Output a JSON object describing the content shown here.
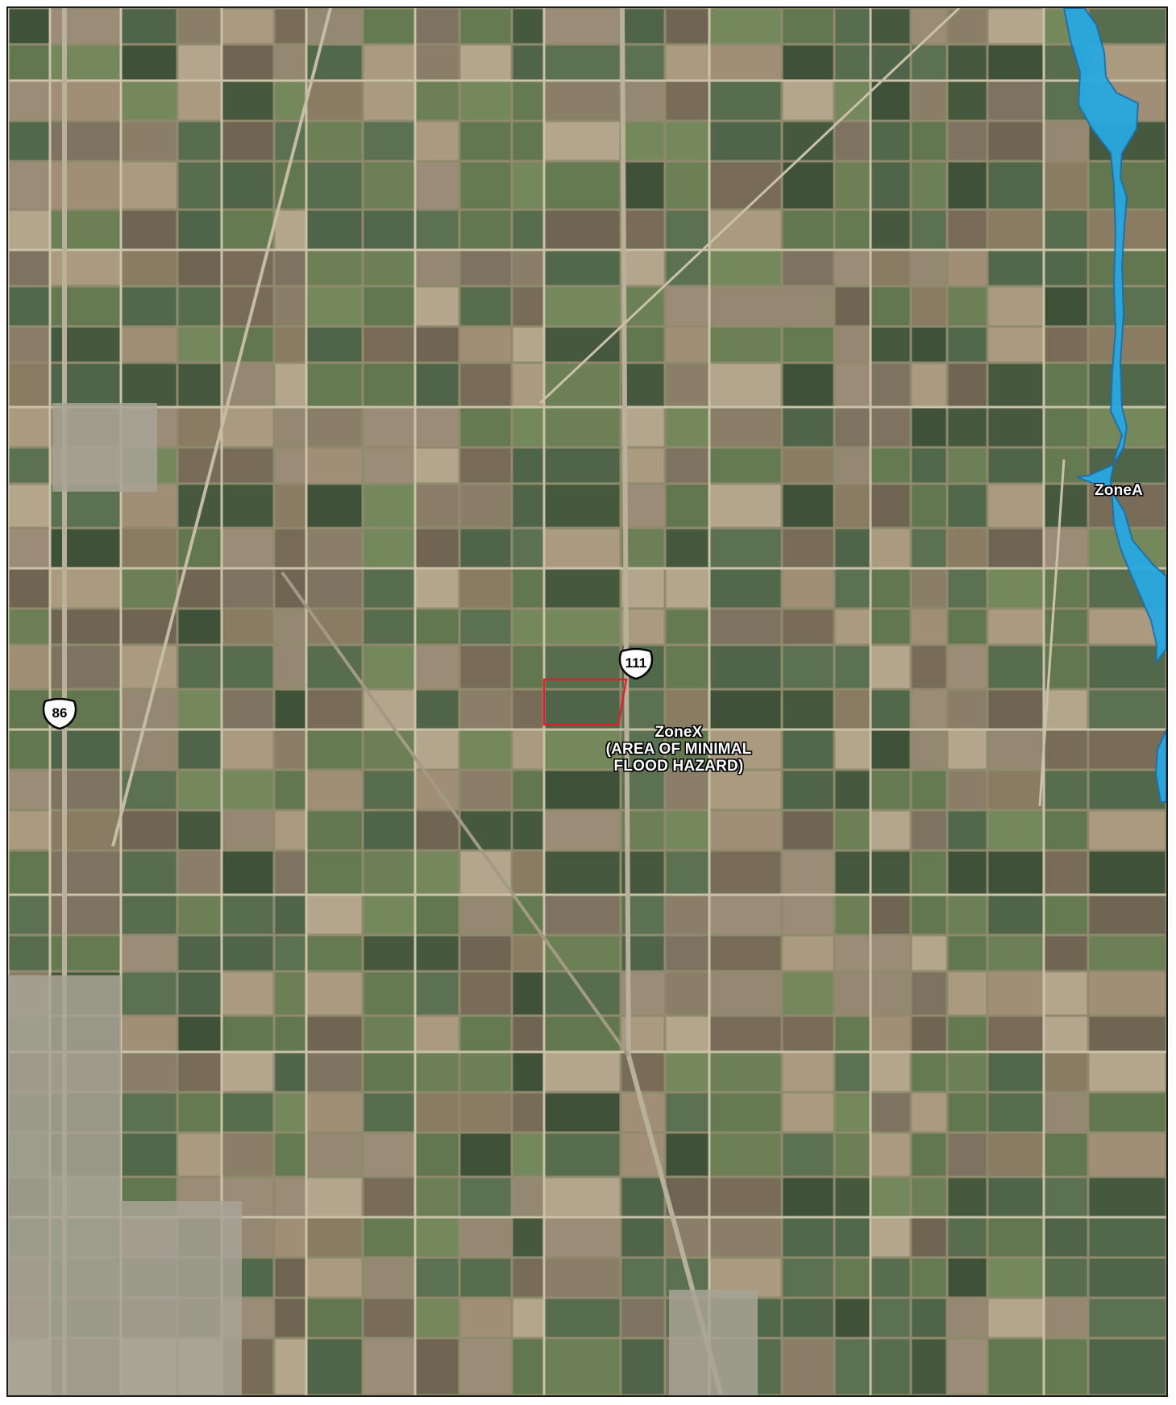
{
  "map": {
    "zone_a_label": "ZoneA",
    "zone_x_label_line1": "ZoneX",
    "zone_x_label_line2": "(AREA OF MINIMAL",
    "zone_x_label_line3": "FLOOD HAZARD)",
    "highway_111": "111",
    "highway_86": "86"
  },
  "colors": {
    "flood_zone_a_fill": "#29a8e0",
    "flood_zone_a_edge": "#1f6fa8",
    "parcel_outline": "#e0202a",
    "road": "#c9c2a8",
    "frame": "#1a1a1a"
  }
}
